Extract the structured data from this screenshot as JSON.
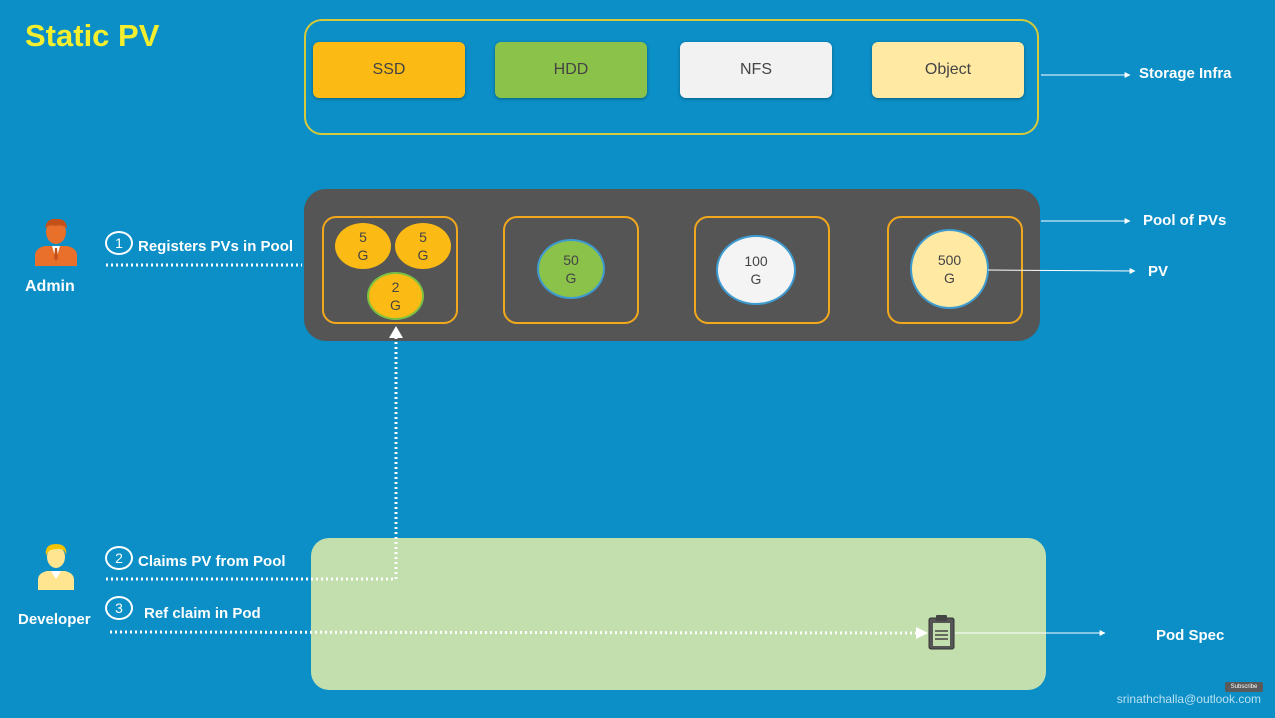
{
  "title": "Static PV",
  "storage_infra": {
    "label": "Storage Infra",
    "types": [
      {
        "name": "SSD",
        "color": "#fbbb14"
      },
      {
        "name": "HDD",
        "color": "#8bc34a"
      },
      {
        "name": "NFS",
        "color": "#f2f2f2"
      },
      {
        "name": "Object",
        "color": "#ffe9a3"
      }
    ]
  },
  "pool": {
    "label": "Pool of PVs",
    "pv_label": "PV",
    "volumes": [
      {
        "num": "5",
        "unit": "G"
      },
      {
        "num": "5",
        "unit": "G"
      },
      {
        "num": "2",
        "unit": "G"
      },
      {
        "num": "50",
        "unit": "G"
      },
      {
        "num": "100",
        "unit": "G"
      },
      {
        "num": "500",
        "unit": "G"
      }
    ]
  },
  "actors": {
    "admin": "Admin",
    "developer": "Developer"
  },
  "steps": [
    {
      "num": "1",
      "text": "Registers PVs in Pool"
    },
    {
      "num": "2",
      "text": "Claims PV from Pool"
    },
    {
      "num": "3",
      "text": "Ref claim in Pod"
    }
  ],
  "pod_spec_label": "Pod Spec",
  "watermark": "srinathchalla@outlook.com",
  "subscribe": "Subscribe"
}
